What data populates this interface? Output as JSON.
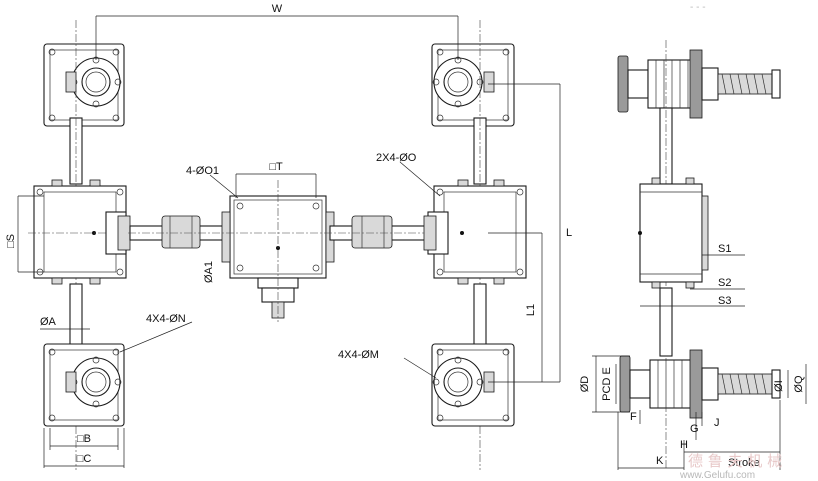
{
  "labels": {
    "W": "W",
    "T": "□T",
    "O1": "4-ØO1",
    "O": "2X4-ØO",
    "S": "□S",
    "A1": "ØA1",
    "A": "ØA",
    "N": "4X4-ØN",
    "M": "4X4-ØM",
    "B": "□B",
    "C": "□C",
    "L": "L",
    "L1": "L1",
    "S1": "S1",
    "S2": "S2",
    "S3": "S3",
    "D": "ØD",
    "PCD": "PCD E",
    "F": "F",
    "G": "G",
    "H": "H",
    "J": "J",
    "K": "K",
    "Stroke": "Stroke",
    "I": "ØI",
    "Q": "ØQ"
  },
  "watermark": {
    "cjk": "德 鲁 夫 机 械",
    "url": "www.Gelufu.com",
    "top_dashes": "- - -"
  }
}
